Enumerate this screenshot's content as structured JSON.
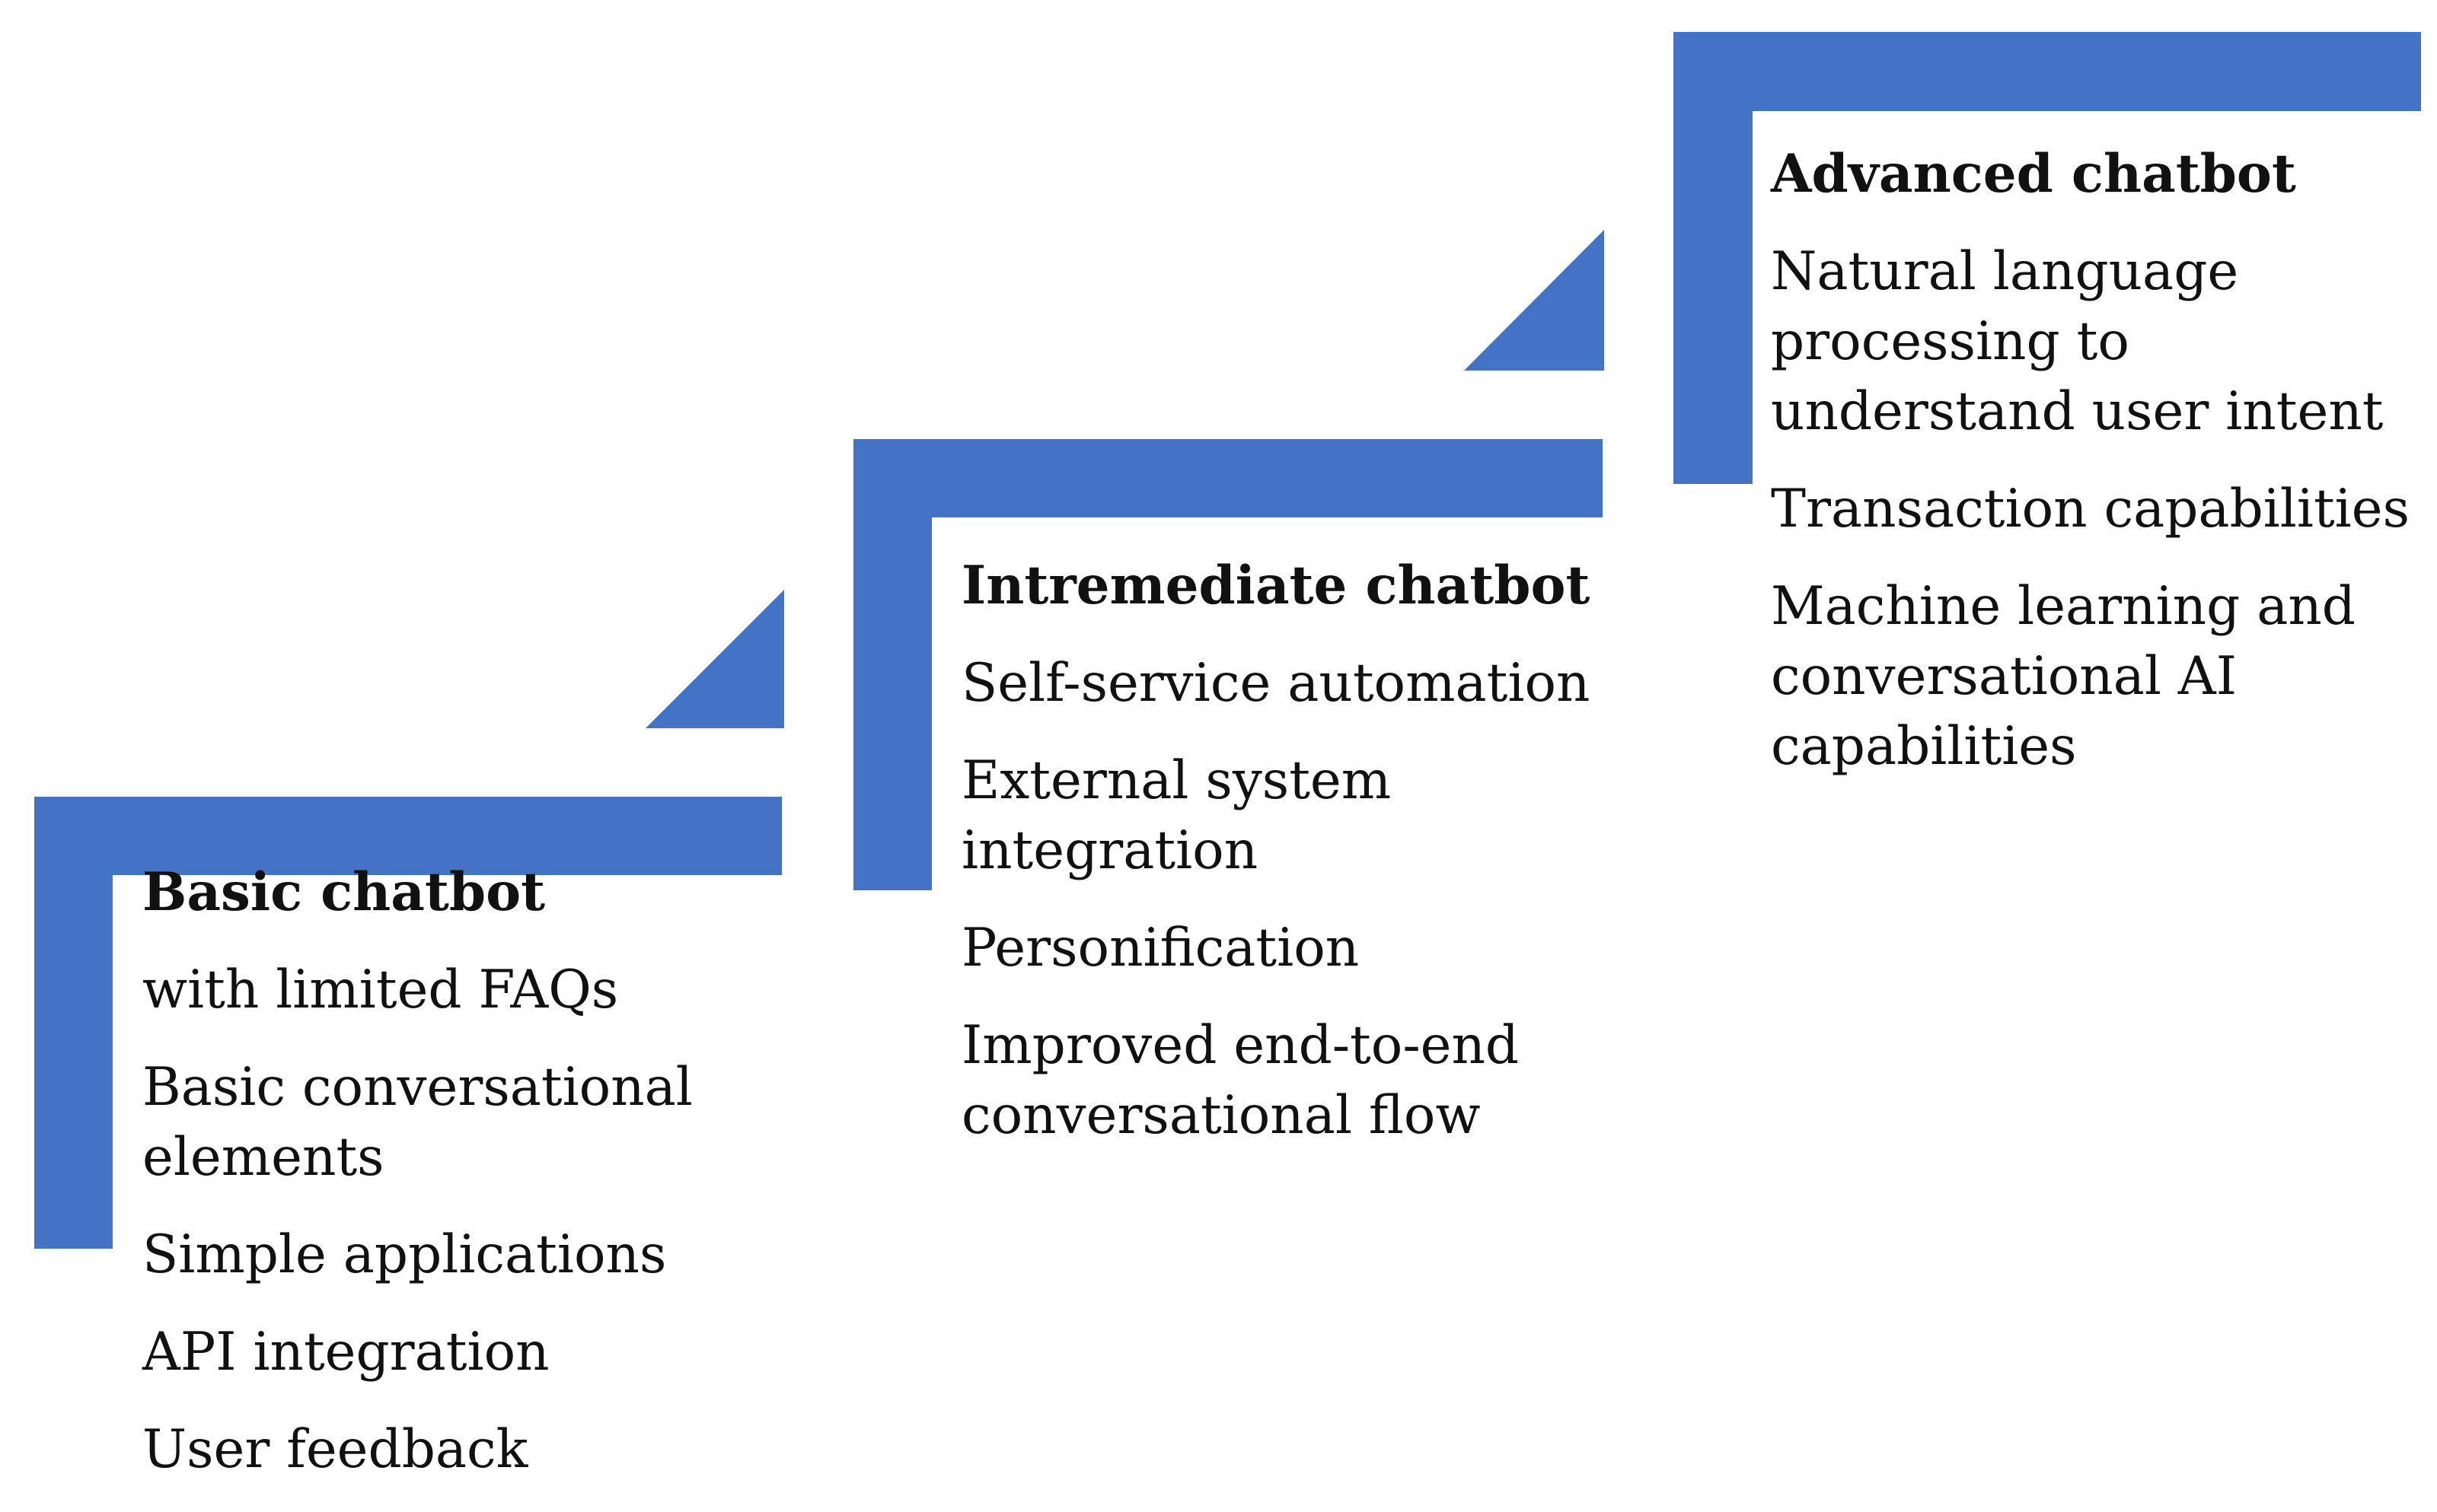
{
  "colors": {
    "accent": "#4472C4",
    "text": "#111111",
    "background": "#ffffff"
  },
  "stages": {
    "basic": {
      "title": "Basic chatbot",
      "items": [
        "with limited FAQs",
        "Basic conversational elements",
        "Simple applications",
        "API integration",
        "User feedback"
      ]
    },
    "intermediate": {
      "title": "Intremediate chatbot",
      "items": [
        "Self-service automation",
        "External system integration",
        "Personification",
        "Improved end-to-end conversational flow"
      ]
    },
    "advanced": {
      "title": "Advanced chatbot",
      "items": [
        "Natural language processing to understand user intent",
        "Transaction capabilities",
        "Machine learning and conversational AI capabilities"
      ]
    }
  },
  "connectors": {
    "shape": "right-triangle",
    "icon": "step-up-arrow-icon"
  }
}
